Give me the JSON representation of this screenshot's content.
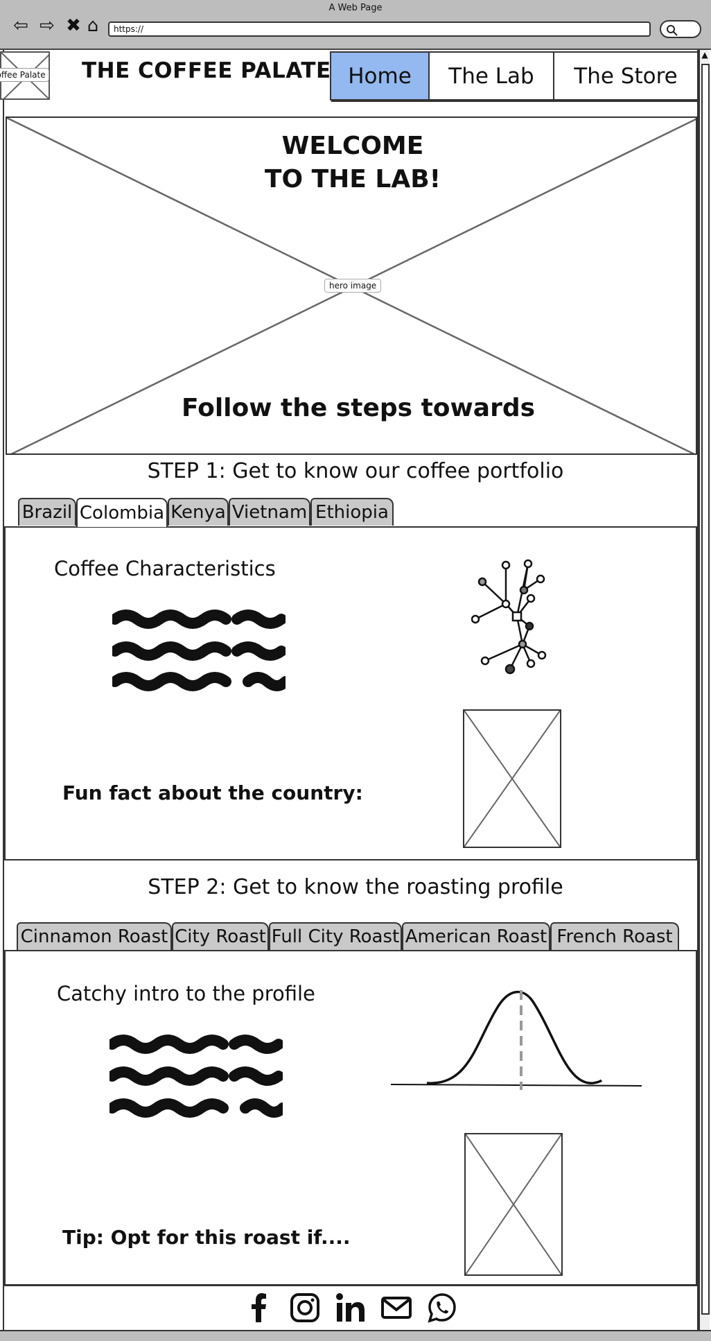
{
  "window": {
    "title": "A Web Page",
    "url": "https://"
  },
  "header": {
    "logo_label": "e Coffee Palate",
    "brand": "THE COFFEE PALATE",
    "nav": [
      {
        "label": "Home",
        "active": true
      },
      {
        "label": "The Lab",
        "active": false
      },
      {
        "label": "The Store",
        "active": false
      }
    ]
  },
  "hero": {
    "heading_line1": "WELCOME",
    "heading_line2": "TO THE LAB!",
    "image_label": "hero image",
    "subheading": "Follow the steps towards"
  },
  "step1": {
    "title": "STEP 1: Get to know our coffee portfolio",
    "tabs": [
      {
        "label": "Brazil",
        "active": false
      },
      {
        "label": "Colombia",
        "active": true
      },
      {
        "label": "Kenya",
        "active": false
      },
      {
        "label": "Vietnam",
        "active": false
      },
      {
        "label": "Ethiopia",
        "active": false
      }
    ],
    "heading": "Coffee Characteristics",
    "fun_fact": "Fun fact about the country:"
  },
  "step2": {
    "title": "STEP 2: Get to know the roasting profile",
    "tabs": [
      {
        "label": "Cinnamon Roast",
        "active": false
      },
      {
        "label": "City Roast",
        "active": false
      },
      {
        "label": "Full City Roast",
        "active": false
      },
      {
        "label": "American Roast",
        "active": false
      },
      {
        "label": "French Roast",
        "active": false
      }
    ],
    "heading": "Catchy intro to the profile",
    "tip": "Tip: Opt for this roast if...."
  },
  "footer": {
    "icons": [
      "facebook-icon",
      "instagram-icon",
      "linkedin-icon",
      "mail-icon",
      "whatsapp-icon"
    ]
  },
  "colors": {
    "active_nav": "#94b8f0",
    "inactive_tab": "#c9c9c9",
    "chrome": "#bdbdbd"
  }
}
